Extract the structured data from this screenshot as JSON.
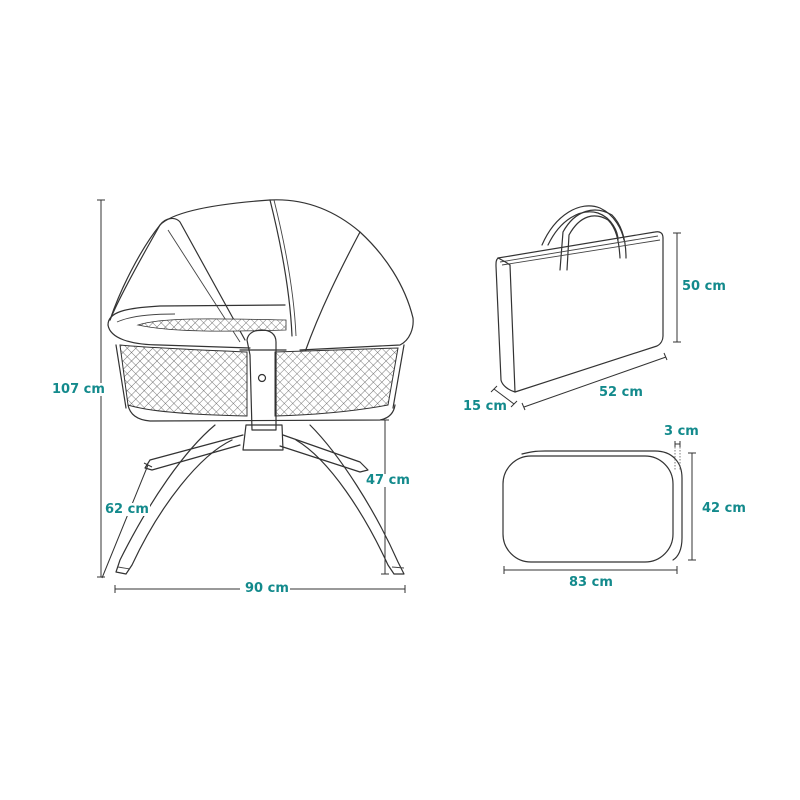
{
  "diagram": {
    "type": "product-dimensions",
    "accent_color": "#138a8c",
    "line_color": "#333333",
    "background": "#ffffff",
    "items": [
      {
        "name": "bassinet",
        "dimensions": {
          "height": "107 cm",
          "leg_length": "62 cm",
          "basket_height": "47 cm",
          "width": "90 cm"
        }
      },
      {
        "name": "carry-bag",
        "dimensions": {
          "height": "50 cm",
          "width": "52 cm",
          "depth": "15 cm"
        }
      },
      {
        "name": "mattress",
        "dimensions": {
          "thickness": "3 cm",
          "width": "42 cm",
          "length": "83 cm"
        }
      }
    ]
  }
}
